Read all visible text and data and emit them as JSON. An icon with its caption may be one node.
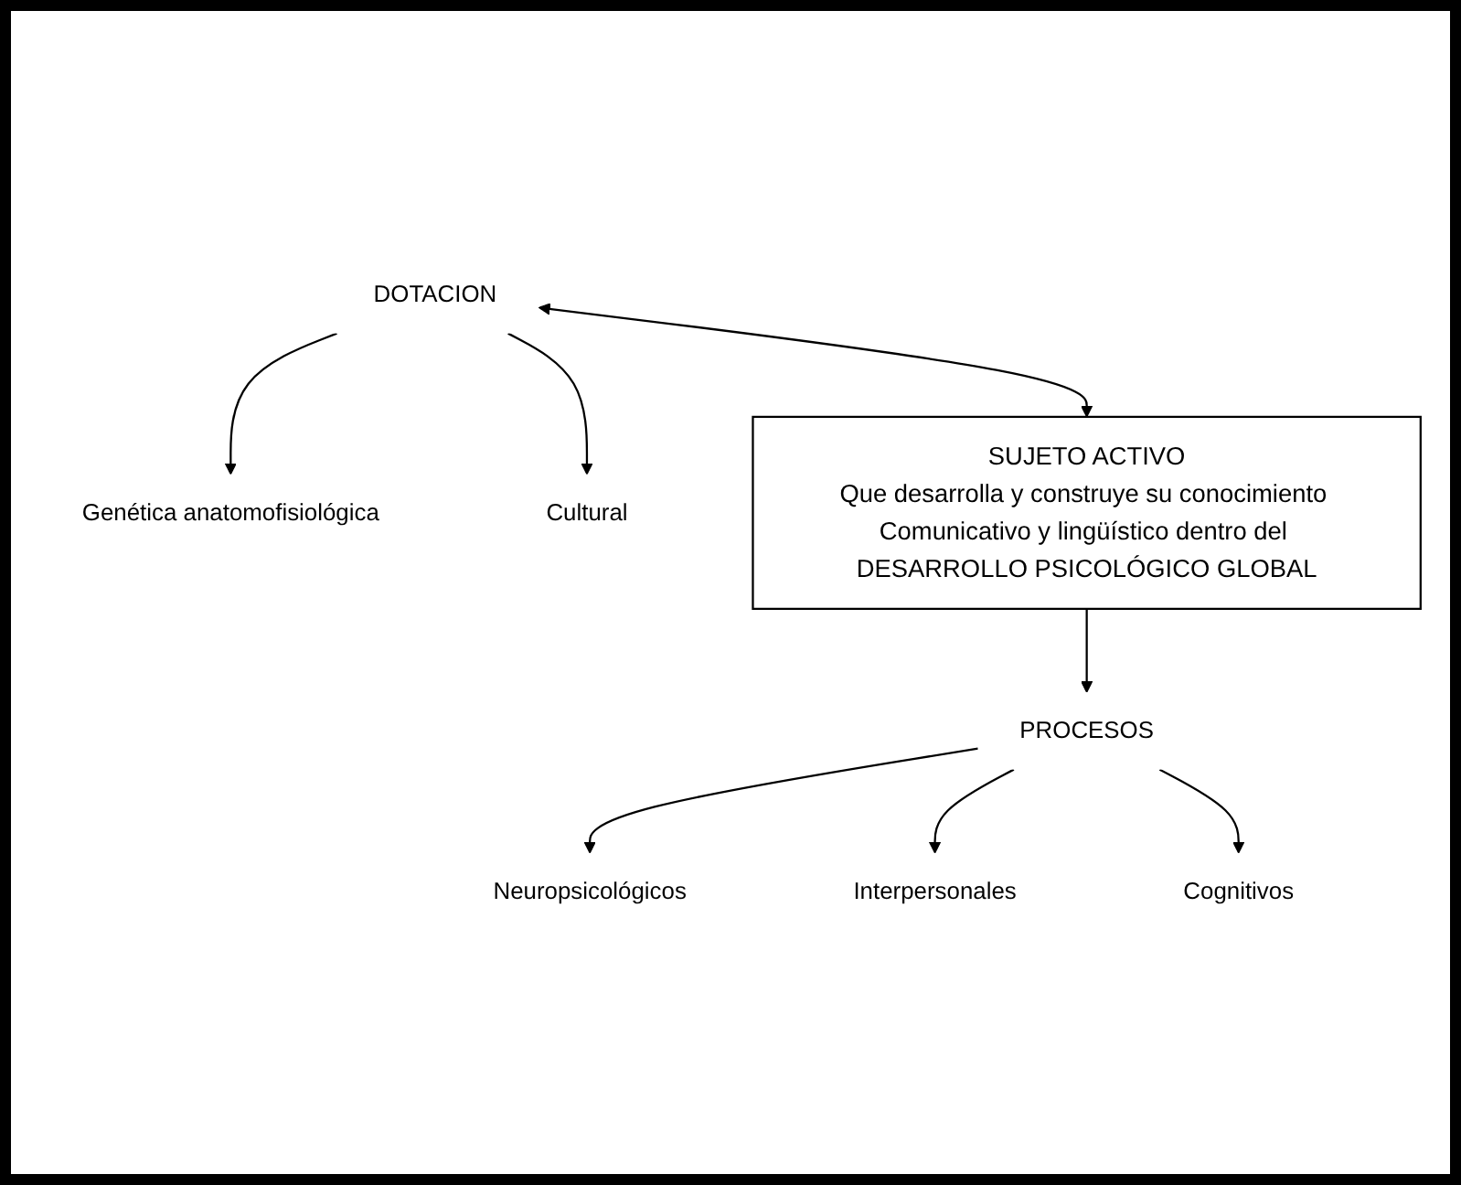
{
  "diagram": {
    "nodes": [
      {
        "text": [
          "DOTACION"
        ]
      },
      {
        "text": [
          "Genética anatomofisiológica"
        ]
      },
      {
        "text": [
          "Cultural"
        ]
      },
      {
        "text": [
          "SUJETO ACTIVO",
          "Que desarrolla y construye su conocimiento Comunicativo y lingüístico dentro del DESARROLLO PSICOLÓGICO GLOBAL"
        ]
      },
      {
        "text": [
          "PROCESOS"
        ]
      },
      {
        "text": [
          "Neuropsicológicos"
        ]
      },
      {
        "text": [
          "Interpersonales"
        ]
      },
      {
        "text": [
          "Cognitivos"
        ]
      }
    ],
    "edges": [
      {
        "from": 0,
        "to": 1,
        "arrow": "to"
      },
      {
        "from": 0,
        "to": 2,
        "arrow": "to"
      },
      {
        "from": 0,
        "to": 3,
        "arrow": "both"
      },
      {
        "from": 3,
        "to": 4,
        "arrow": "to"
      },
      {
        "from": 4,
        "to": 5,
        "arrow": "to"
      },
      {
        "from": 4,
        "to": 6,
        "arrow": "to"
      },
      {
        "from": 4,
        "to": 7,
        "arrow": "to"
      }
    ]
  }
}
